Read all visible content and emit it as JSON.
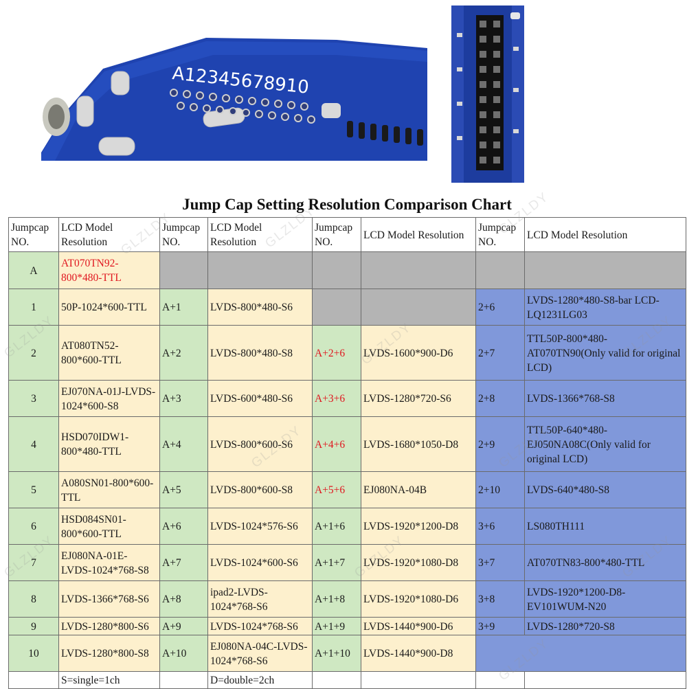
{
  "photos": {
    "board_silkscreen": "A12345678910"
  },
  "chart": {
    "title": "Jump Cap Setting Resolution Comparison Chart",
    "headers": [
      "Jumpcap NO.",
      "LCD Model Resolution",
      "Jumpcap NO.",
      "LCD Model Resolution",
      "Jumpcap NO.",
      "LCD Model Resolution",
      "Jumpcap NO.",
      "LCD Model Resolution"
    ],
    "rows": [
      [
        "A",
        "AT070TN92-800*480-TTL",
        "",
        "",
        "",
        "",
        "",
        ""
      ],
      [
        "1",
        "50P-1024*600-TTL",
        "A+1",
        "LVDS-800*480-S6",
        "",
        "",
        "2+6",
        "LVDS-1280*480-S8-bar LCD-LQ1231LG03"
      ],
      [
        "2",
        "AT080TN52-800*600-TTL",
        "A+2",
        "LVDS-800*480-S8",
        "A+2+6",
        "LVDS-1600*900-D6",
        "2+7",
        "TTL50P-800*480-AT070TN90(Only valid for original LCD)"
      ],
      [
        "3",
        "EJ070NA-01J-LVDS-1024*600-S8",
        "A+3",
        "LVDS-600*480-S6",
        "A+3+6",
        "LVDS-1280*720-S6",
        "2+8",
        "LVDS-1366*768-S8"
      ],
      [
        "4",
        "HSD070IDW1-800*480-TTL",
        "A+4",
        "LVDS-800*600-S6",
        "A+4+6",
        "LVDS-1680*1050-D8",
        "2+9",
        "TTL50P-640*480-EJ050NA08C(Only valid for original LCD)"
      ],
      [
        "5",
        "A080SN01-800*600-TTL",
        "A+5",
        "LVDS-800*600-S8",
        "A+5+6",
        "EJ080NA-04B",
        "2+10",
        "LVDS-640*480-S8"
      ],
      [
        "6",
        "HSD084SN01-800*600-TTL",
        "A+6",
        "LVDS-1024*576-S6",
        "A+1+6",
        "LVDS-1920*1200-D8",
        "3+6",
        "LS080TH111"
      ],
      [
        "7",
        "EJ080NA-01E-LVDS-1024*768-S8",
        "A+7",
        "LVDS-1024*600-S6",
        "A+1+7",
        "LVDS-1920*1080-D8",
        "3+7",
        "AT070TN83-800*480-TTL"
      ],
      [
        "8",
        "LVDS-1366*768-S6",
        "A+8",
        "ipad2-LVDS-1024*768-S6",
        "A+1+8",
        "LVDS-1920*1080-D6",
        "3+8",
        "LVDS-1920*1200-D8-EV101WUM-N20"
      ],
      [
        "9",
        "LVDS-1280*800-S6",
        "A+9",
        "LVDS-1024*768-S6",
        "A+1+9",
        "LVDS-1440*900-D6",
        "3+9",
        "LVDS-1280*720-S8"
      ],
      [
        "10",
        "LVDS-1280*800-S8",
        "A+10",
        "EJ080NA-04C-LVDS-1024*768-S6",
        "A+1+10",
        "LVDS-1440*900-D8",
        "",
        ""
      ]
    ],
    "footnotes": {
      "single": "S=single=1ch",
      "double": "D=double=2ch"
    }
  },
  "watermark": "GLZLDY",
  "colors": {
    "green": "#cfe8c2",
    "yellow": "#fdf0cd",
    "gray": "#b4b4b4",
    "blue": "#8098da",
    "red": "#e0161f"
  }
}
